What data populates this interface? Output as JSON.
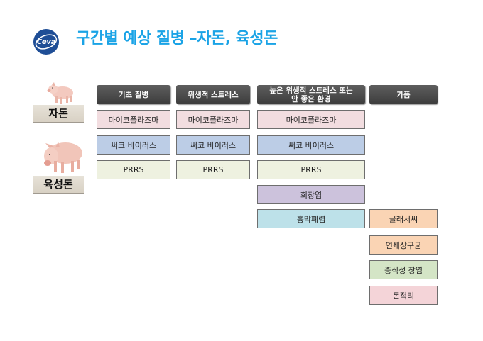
{
  "logo": {
    "text": "Ceva"
  },
  "title": "구간별 예상 질병 –자돈, 육성돈",
  "stages": {
    "piglet": "자돈",
    "grower": "육성돈"
  },
  "headers": [
    "기초 질병",
    "위생적 스트레스",
    "높은 위생적 스트레스 또는\n안 좋은 환경",
    "가픔"
  ],
  "columns": {
    "col1": [
      "마이코플라즈마",
      "써코 바이러스",
      "PRRS"
    ],
    "col2": [
      "마이코플라즈마",
      "써코 바이러스",
      "PRRS"
    ],
    "col3": [
      "마이코플라즈마",
      "써코 바이러스",
      "PRRS",
      "회장염",
      "흉막폐렴"
    ],
    "col4": [
      "글래서씨",
      "연쇄상구균",
      "증식성 장염",
      "돈적리"
    ]
  },
  "colors": {
    "title": "#1aa3e6",
    "header": "#4a4a4a",
    "mycoplasma": "#f2dde0",
    "circovirus": "#bccde6",
    "prrs": "#eef1e0",
    "ileitis": "#ccc2dc",
    "pleuropneumonia": "#bde1e9",
    "glasser": "#fad4b4",
    "streptococcus": "#fad4b4",
    "proliferative": "#d4e5c6",
    "dysentery": "#f4d4d8"
  }
}
